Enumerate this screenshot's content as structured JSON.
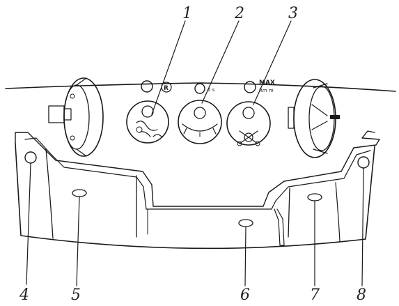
{
  "callouts": [
    "1",
    "2",
    "3",
    "4",
    "5",
    "6",
    "7",
    "8"
  ],
  "indicator_labels": {
    "center_symbol": "R",
    "secondary": "6 s",
    "max_top": "MAX",
    "max_bottom": "Rm m"
  }
}
